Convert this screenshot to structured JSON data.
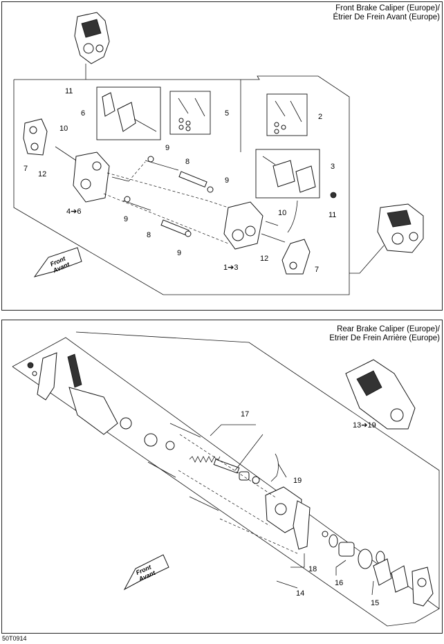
{
  "front": {
    "title_line1": "Front Brake Caliper (Europe)/",
    "title_line2": "Étrier De Frein Avant (Europe)",
    "front_arrow_1": "Front",
    "front_arrow_2": "Avant",
    "labels": {
      "l11a": "11",
      "l6": "6",
      "l10a": "10",
      "l7a": "7",
      "l12a": "12",
      "l4to6": "4➔6",
      "l5": "5",
      "l2": "2",
      "l3": "3",
      "l9a": "9",
      "l8a": "8",
      "l9b": "9",
      "l9c": "9",
      "l8b": "8",
      "l9d": "9",
      "l10b": "10",
      "l11b": "11",
      "l1to3": "1➔3",
      "l12b": "12",
      "l7b": "7"
    }
  },
  "rear": {
    "title_line1": "Rear Brake Caliper (Europe)/",
    "title_line2": "Etrier De Frein Arrière (Europe)",
    "front_arrow_1": "Front",
    "front_arrow_2": "Avant",
    "labels": {
      "l13to19": "13➔19",
      "l17": "17",
      "l19": "19",
      "l18": "18",
      "l16": "16",
      "l15": "15",
      "l14": "14"
    }
  },
  "figure_code": "50T0914"
}
